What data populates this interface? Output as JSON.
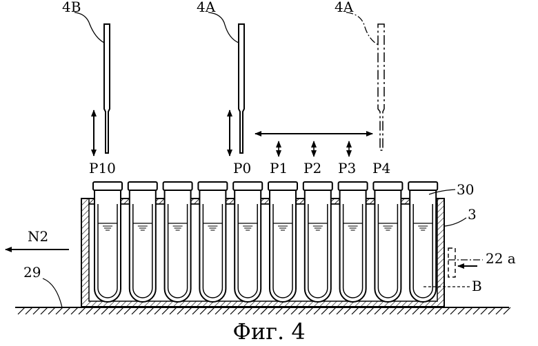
{
  "caption": "Фиг. 4",
  "pipettes": [
    {
      "label": "4B"
    },
    {
      "label": "4A"
    },
    {
      "label": "4A"
    }
  ],
  "positions": [
    "P10",
    "P0",
    "P1",
    "P2",
    "P3",
    "P4"
  ],
  "refs": {
    "rack": "30",
    "bath": "3",
    "port": "22 a",
    "liquid": "B",
    "gas": "N2",
    "floor": "29"
  },
  "tube_count": 10
}
